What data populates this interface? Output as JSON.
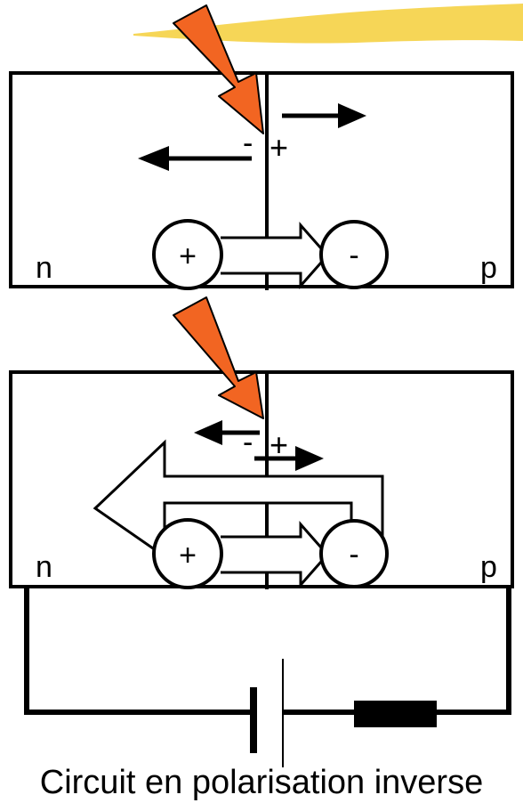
{
  "panel_top": {
    "left_label": "n",
    "right_label": "p",
    "charge_minus": "-",
    "charge_plus": "+",
    "hole_label": "+",
    "electron_label": "-"
  },
  "panel_bottom": {
    "left_label": "n",
    "right_label": "p",
    "charge_minus": "-",
    "charge_plus": "+",
    "hole_label": "+",
    "electron_label": "-"
  },
  "caption": "Circuit en polarisation inverse",
  "colors": {
    "light_arrow": "#f26522",
    "banner": "#f2c200",
    "stroke": "#000000"
  }
}
